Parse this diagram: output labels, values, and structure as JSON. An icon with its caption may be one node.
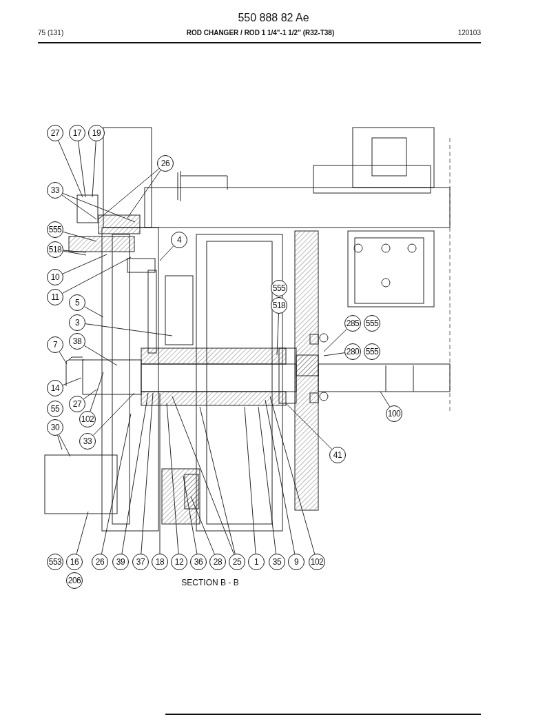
{
  "diagram": {
    "nodes": [
      {
        "text": [
          "27"
        ]
      },
      {
        "text": [
          "17"
        ]
      },
      {
        "text": [
          "19"
        ]
      },
      {
        "text": [
          "26"
        ]
      },
      {
        "text": [
          "33"
        ]
      },
      {
        "text": [
          "555"
        ]
      },
      {
        "text": [
          "518"
        ]
      },
      {
        "text": [
          "4"
        ]
      },
      {
        "text": [
          "10"
        ]
      },
      {
        "text": [
          "11"
        ]
      },
      {
        "text": [
          "5"
        ]
      },
      {
        "text": [
          "3"
        ]
      },
      {
        "text": [
          "7"
        ]
      },
      {
        "text": [
          "38"
        ]
      },
      {
        "text": [
          "14"
        ]
      },
      {
        "text": [
          "27"
        ]
      },
      {
        "text": [
          "102"
        ]
      },
      {
        "text": [
          "30"
        ]
      },
      {
        "text": [
          "33"
        ]
      },
      {
        "text": [
          "518"
        ]
      },
      {
        "text": [
          "285"
        ]
      },
      {
        "text": [
          "280"
        ]
      },
      {
        "text": [
          "100"
        ]
      },
      {
        "text": [
          "41"
        ]
      },
      {
        "text": [
          "16"
        ]
      },
      {
        "text": [
          "26"
        ]
      },
      {
        "text": [
          "39"
        ]
      },
      {
        "text": [
          "37"
        ]
      },
      {
        "text": [
          "18"
        ]
      },
      {
        "text": [
          "12"
        ]
      },
      {
        "text": [
          "36"
        ]
      },
      {
        "text": [
          "28"
        ]
      },
      {
        "text": [
          "25"
        ]
      },
      {
        "text": [
          "1"
        ]
      },
      {
        "text": [
          "35"
        ]
      },
      {
        "text": [
          "9"
        ]
      },
      {
        "text": [
          "102"
        ]
      },
      {
        "text": [
          "555"
        ]
      },
      {
        "text": [
          "555"
        ]
      },
      {
        "text": [
          "555"
        ]
      },
      {
        "text": [
          "55"
        ]
      },
      {
        "text": [
          "553"
        ]
      },
      {
        "text": [
          "206"
        ]
      }
    ],
    "edges": [
      {
        "from": 0,
        "to": null,
        "arrow": "none"
      },
      {
        "from": 1,
        "to": null,
        "arrow": "none"
      },
      {
        "from": 2,
        "to": null,
        "arrow": "none"
      },
      {
        "from": 3,
        "to": null,
        "arrow": "none"
      },
      {
        "from": 3,
        "to": null,
        "arrow": "none"
      },
      {
        "from": 4,
        "to": null,
        "arrow": "none"
      },
      {
        "from": 4,
        "to": null,
        "arrow": "none"
      },
      {
        "from": 5,
        "to": null,
        "arrow": "none"
      },
      {
        "from": 6,
        "to": null,
        "arrow": "none"
      },
      {
        "from": 6,
        "to": null,
        "arrow": "none"
      },
      {
        "from": 7,
        "to": null,
        "arrow": "none"
      },
      {
        "from": 8,
        "to": null,
        "arrow": "none"
      },
      {
        "from": 9,
        "to": null,
        "arrow": "none"
      },
      {
        "from": 10,
        "to": null,
        "arrow": "none"
      },
      {
        "from": 11,
        "to": null,
        "arrow": "none"
      },
      {
        "from": 12,
        "to": null,
        "arrow": "none"
      },
      {
        "from": 13,
        "to": null,
        "arrow": "none"
      },
      {
        "from": 14,
        "to": null,
        "arrow": "none"
      },
      {
        "from": 15,
        "to": null,
        "arrow": "none"
      },
      {
        "from": 16,
        "to": null,
        "arrow": "none"
      },
      {
        "from": 17,
        "to": null,
        "arrow": "none"
      },
      {
        "from": 17,
        "to": null,
        "arrow": "none"
      },
      {
        "from": 18,
        "to": null,
        "arrow": "none"
      },
      {
        "from": 19,
        "to": null,
        "arrow": "none"
      },
      {
        "from": 20,
        "to": null,
        "arrow": "none"
      },
      {
        "from": 21,
        "to": null,
        "arrow": "none"
      },
      {
        "from": 22,
        "to": null,
        "arrow": "none"
      },
      {
        "from": 23,
        "to": null,
        "arrow": "none"
      },
      {
        "from": 24,
        "to": null,
        "arrow": "none"
      },
      {
        "from": 25,
        "to": null,
        "arrow": "none"
      },
      {
        "from": 26,
        "to": null,
        "arrow": "none"
      },
      {
        "from": 27,
        "to": null,
        "arrow": "none"
      },
      {
        "from": 28,
        "to": null,
        "arrow": "none"
      },
      {
        "from": 29,
        "to": null,
        "arrow": "none"
      },
      {
        "from": 30,
        "to": null,
        "arrow": "none"
      },
      {
        "from": 31,
        "to": null,
        "arrow": "none"
      },
      {
        "from": 32,
        "to": null,
        "arrow": "none"
      },
      {
        "from": 32,
        "to": null,
        "arrow": "none"
      },
      {
        "from": 33,
        "to": null,
        "arrow": "none"
      },
      {
        "from": 34,
        "to": null,
        "arrow": "none"
      },
      {
        "from": 35,
        "to": null,
        "arrow": "none"
      },
      {
        "from": 36,
        "to": null,
        "arrow": "none"
      }
    ],
    "labels": [
      "550 888 82 Ae",
      "75 (131)",
      "ROD CHANGER / ROD 1 1/4\"-1 1/2\" (R32-T38)",
      "120103",
      "SECTION  B - B"
    ]
  }
}
